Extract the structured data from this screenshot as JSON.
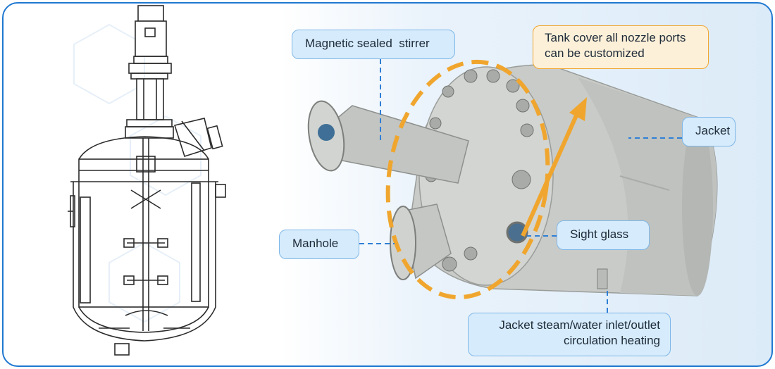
{
  "labels": {
    "stirrer": "Magnetic sealed  stirrer",
    "nozzle_line1": "Tank cover all nozzle ports",
    "nozzle_line2": "can be customized",
    "jacket": "Jacket",
    "manhole": "Manhole",
    "sight_glass": "Sight glass",
    "inlet_line1": "Jacket steam/water inlet/outlet",
    "inlet_line2": "circulation heating"
  },
  "colors": {
    "frame": "#1f78d1",
    "label_fill": "#d6ebfb",
    "label_border": "#7fb7e8",
    "highlight": "#f0a62e",
    "leader": "#2f7fd6",
    "tank": "#c9cbc8"
  },
  "icons": [
    "reactor-line-drawing",
    "reactor-tank-photo"
  ]
}
